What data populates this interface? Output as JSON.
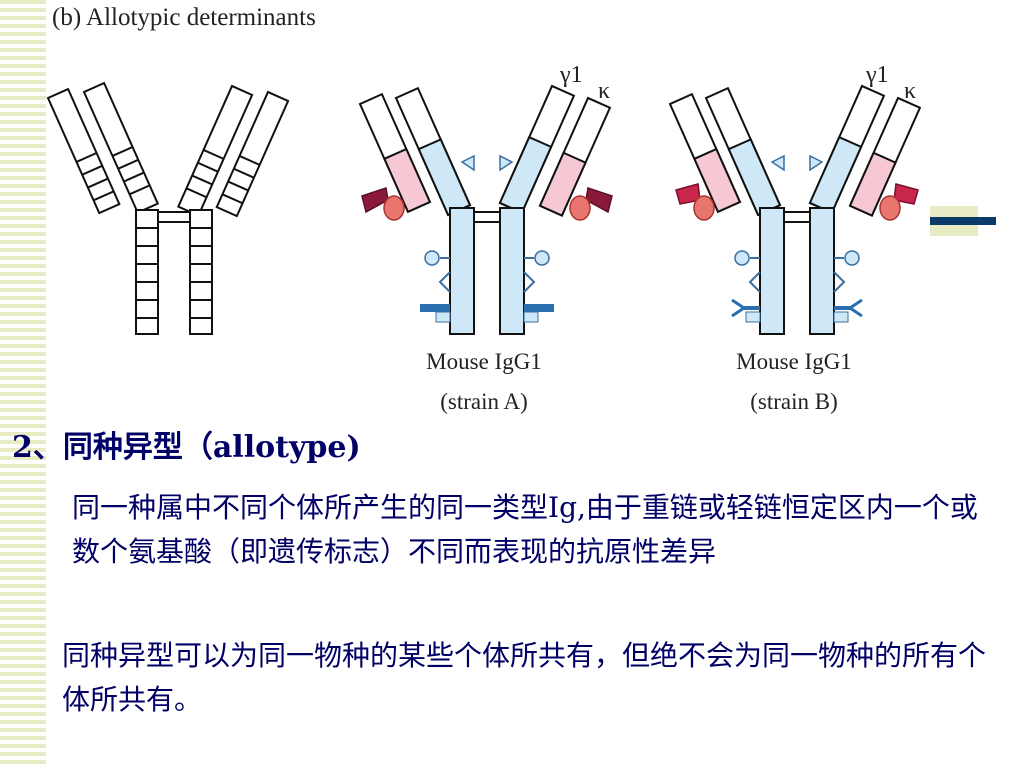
{
  "figure": {
    "title": "(b) Allotypic determinants",
    "heavy_chain_label": "γ1",
    "light_chain_label": "κ",
    "antibodies": [
      {
        "caption_line1": "",
        "caption_line2": ""
      },
      {
        "caption_line1": "Mouse IgG1",
        "caption_line2": "(strain A)"
      },
      {
        "caption_line1": "Mouse IgG1",
        "caption_line2": "(strain B)"
      }
    ]
  },
  "section": {
    "heading": "2、同种异型（allotype)",
    "para1": "同一种属中不同个体所产生的同一类型Ig,由于重链或轻链恒定区内一个或数个氨基酸（即遗传标志）不同而表现的抗原性差异",
    "para2": "同种异型可以为同一物种的某些个体所共有，但绝不会为同一物种的所有个体所共有。"
  },
  "colors": {
    "text_navy": "#000066",
    "heavy_chain_fill": "#cfe8f8",
    "light_chain_fill": "#f6c8d4",
    "marker_dark_red": "#8b1a3a",
    "marker_salmon": "#e8766e",
    "marker_blue": "#2a6fb0",
    "stripe": "#e9ebc4"
  }
}
